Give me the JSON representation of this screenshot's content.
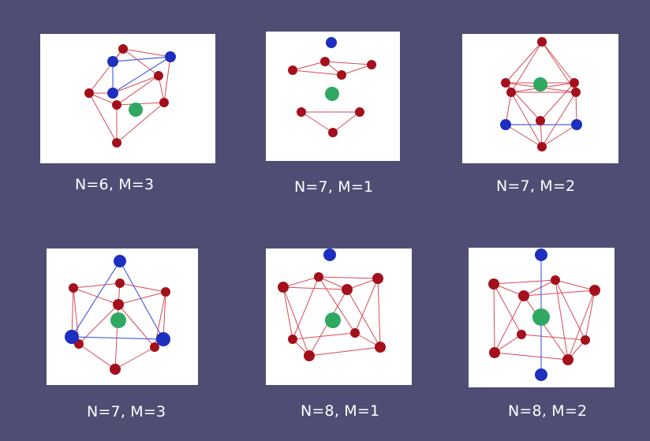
{
  "colors": {
    "background": "#4f4d73",
    "panel": "#ffffff",
    "center_atom": "#2fa862",
    "shell_atom": "#a3101c",
    "cap_atom": "#1c2fbf",
    "red_bond": "#d94a55",
    "blue_bond": "#4a63e0"
  },
  "clusters": [
    {
      "id": "n6m3",
      "label": "N=6, M=3"
    },
    {
      "id": "n7m1",
      "label": "N=7, M=1"
    },
    {
      "id": "n7m2",
      "label": "N=7, M=2"
    },
    {
      "id": "n7m3",
      "label": "N=7, M=3"
    },
    {
      "id": "n8m1",
      "label": "N=8, M=1"
    },
    {
      "id": "n8m2",
      "label": "N=8, M=2"
    }
  ]
}
